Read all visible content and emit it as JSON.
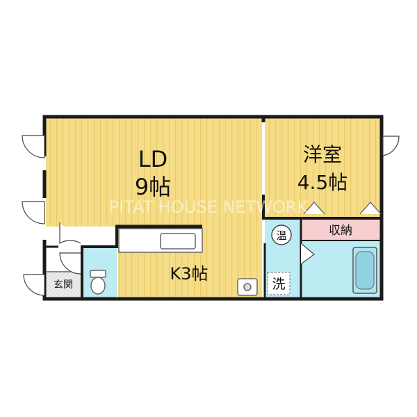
{
  "plan": {
    "living_dining": {
      "line1": "LD",
      "line2": "9帖"
    },
    "western_room": {
      "line1": "洋室",
      "line2": "4.5帖"
    },
    "kitchen": {
      "label": "K3帖"
    },
    "storage": {
      "label": "収納"
    },
    "water_heater": {
      "label": "温"
    },
    "washer": {
      "label": "洗"
    },
    "entrance": {
      "label": "玄関"
    },
    "watermark": "PITAT HOUSE NETWORK"
  },
  "colors": {
    "floor_wood": "#f5dc86",
    "floor_stripe": "#ecc96a",
    "wet_area": "#bdebf4",
    "storage": "#f7cfd0",
    "wall": "#1a1a1a",
    "entrance_floor": "#e9e9e9"
  }
}
